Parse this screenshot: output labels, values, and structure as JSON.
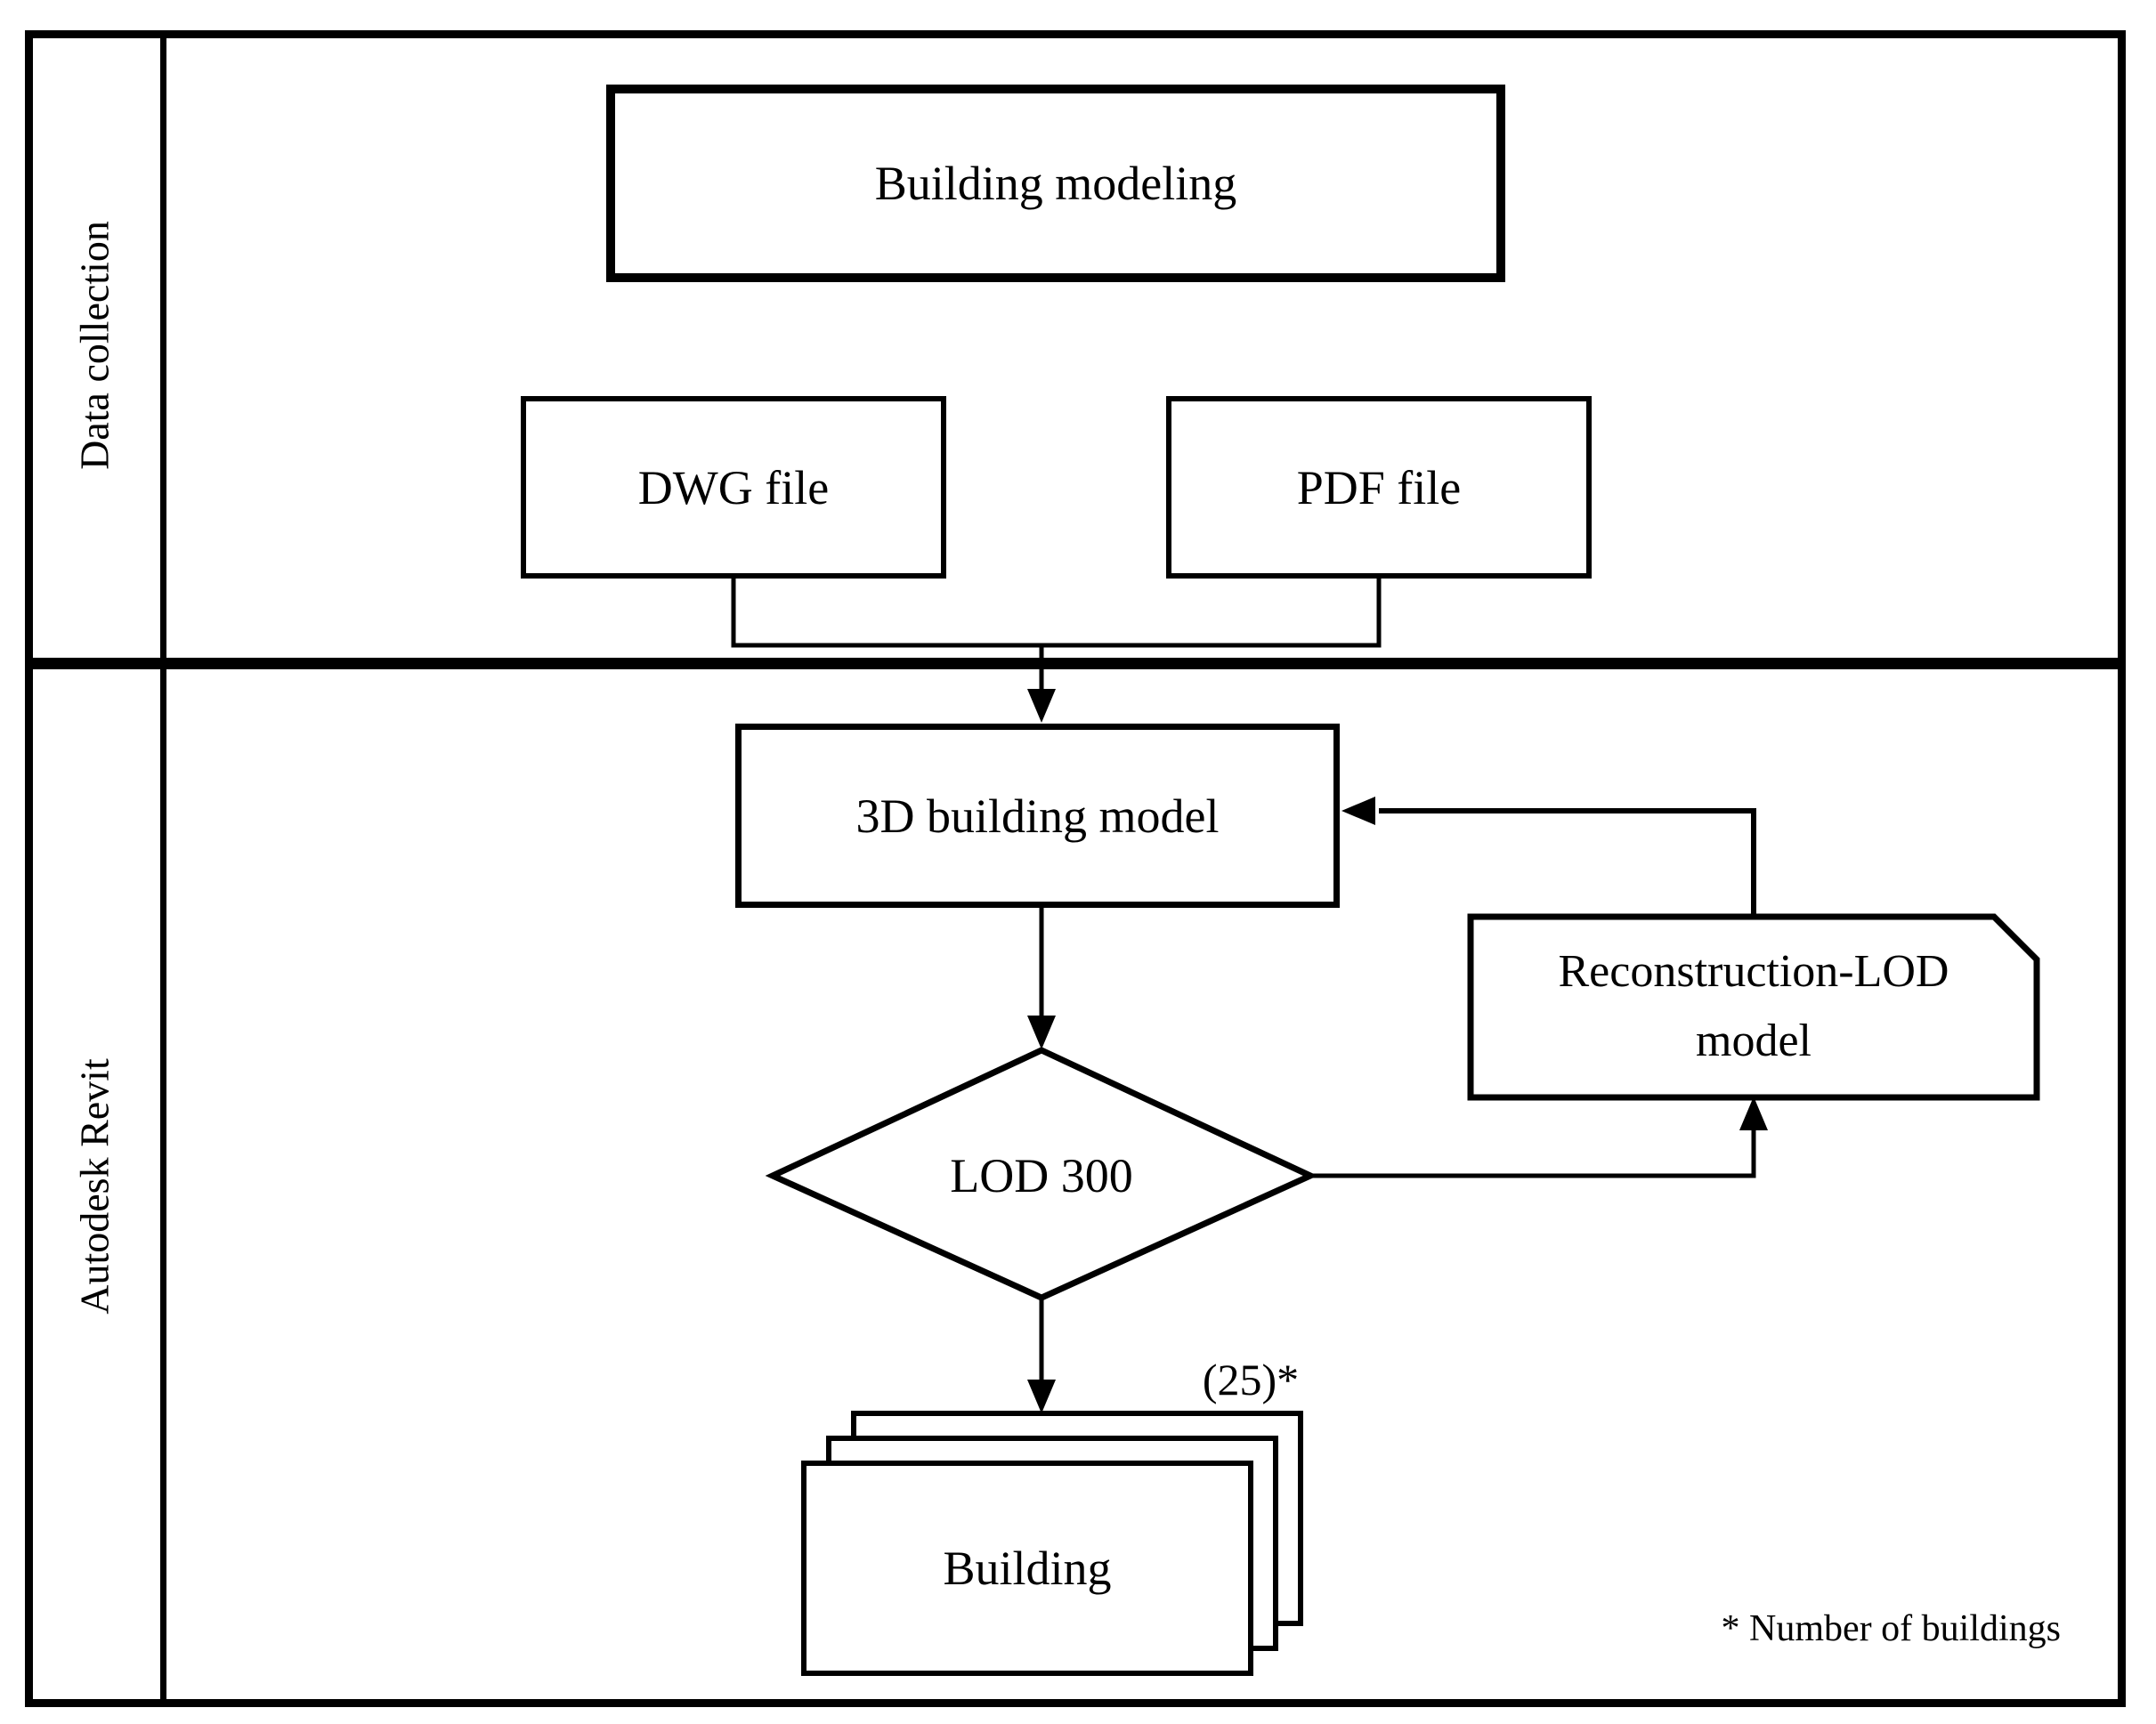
{
  "lanes": [
    {
      "label": "Data collection"
    },
    {
      "label": "Autodesk Revit"
    }
  ],
  "nodes": {
    "building_modeling": {
      "label": "Building modeling"
    },
    "dwg_file": {
      "label": "DWG file"
    },
    "pdf_file": {
      "label": "PDF file"
    },
    "building_model_3d": {
      "label": "3D building model"
    },
    "lod_300": {
      "label": "LOD 300"
    },
    "reconstruction_lod": {
      "label_line1": "Reconstruction-LOD",
      "label_line2": "model"
    },
    "building": {
      "label": "Building",
      "count_annotation": "(25)*"
    }
  },
  "footnote": "* Number of buildings",
  "colors": {
    "ink": "#000000",
    "background": "#ffffff"
  }
}
